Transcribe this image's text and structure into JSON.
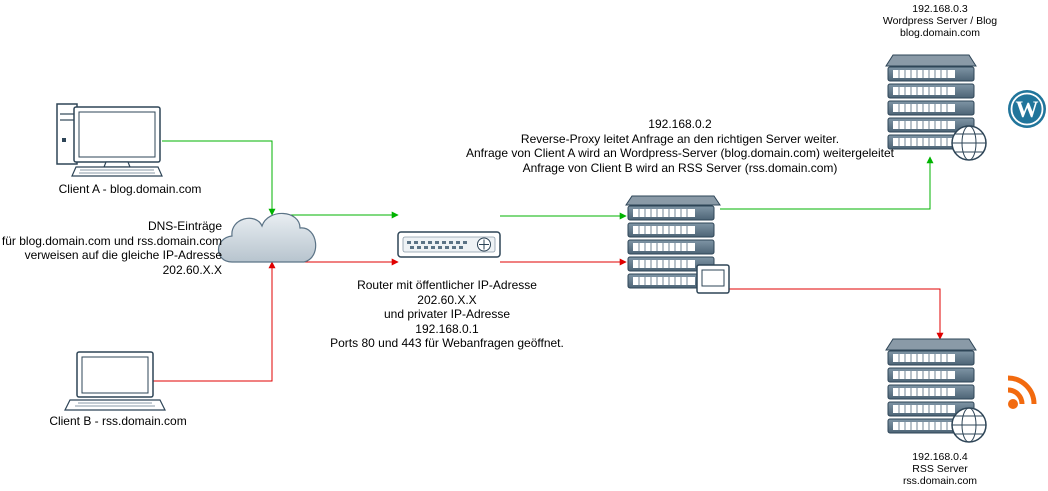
{
  "clients": {
    "a": {
      "label": "Client A - blog.domain.com"
    },
    "b": {
      "label": "Client B - rss.domain.com"
    }
  },
  "dns": {
    "lines": [
      "DNS-Einträge",
      "für blog.domain.com und rss.domain.com",
      "verweisen auf die gleiche IP-Adresse",
      "202.60.X.X"
    ]
  },
  "router": {
    "lines": [
      "Router mit öffentlicher IP-Adresse",
      "202.60.X.X",
      "und privater IP-Adresse",
      "192.168.0.1",
      "Ports 80 und 443 für Webanfragen geöffnet."
    ]
  },
  "proxy": {
    "lines": [
      "192.168.0.2",
      "Reverse-Proxy leitet Anfrage an den richtigen Server weiter.",
      "Anfrage von Client A wird an Wordpress-Server (blog.domain.com) weitergeleitet",
      "Anfrage von Client B wird an RSS Server (rss.domain.com)"
    ]
  },
  "wordpress_server": {
    "lines": [
      "192.168.0.3",
      "Wordpress Server / Blog",
      "blog.domain.com"
    ]
  },
  "rss_server": {
    "lines": [
      "192.168.0.4",
      "RSS Server",
      "rss.domain.com"
    ]
  },
  "colors": {
    "route_a": "#00b300",
    "route_b": "#e00000",
    "icon_fill": "#ffffff",
    "icon_stroke": "#2e4557",
    "server_slate": "#5b7386",
    "wordpress": "#21759b",
    "rss": "#f26a0f"
  },
  "icons": {
    "client_a": "desktop-computer-icon",
    "client_b": "laptop-icon",
    "dns": "cloud-icon",
    "router": "router-icon",
    "proxy": "proxy-server-icon",
    "wordpress_server": "web-server-icon",
    "wordpress_logo": "wordpress-logo-icon",
    "rss_server": "web-server-icon",
    "rss_logo": "rss-feed-icon"
  }
}
